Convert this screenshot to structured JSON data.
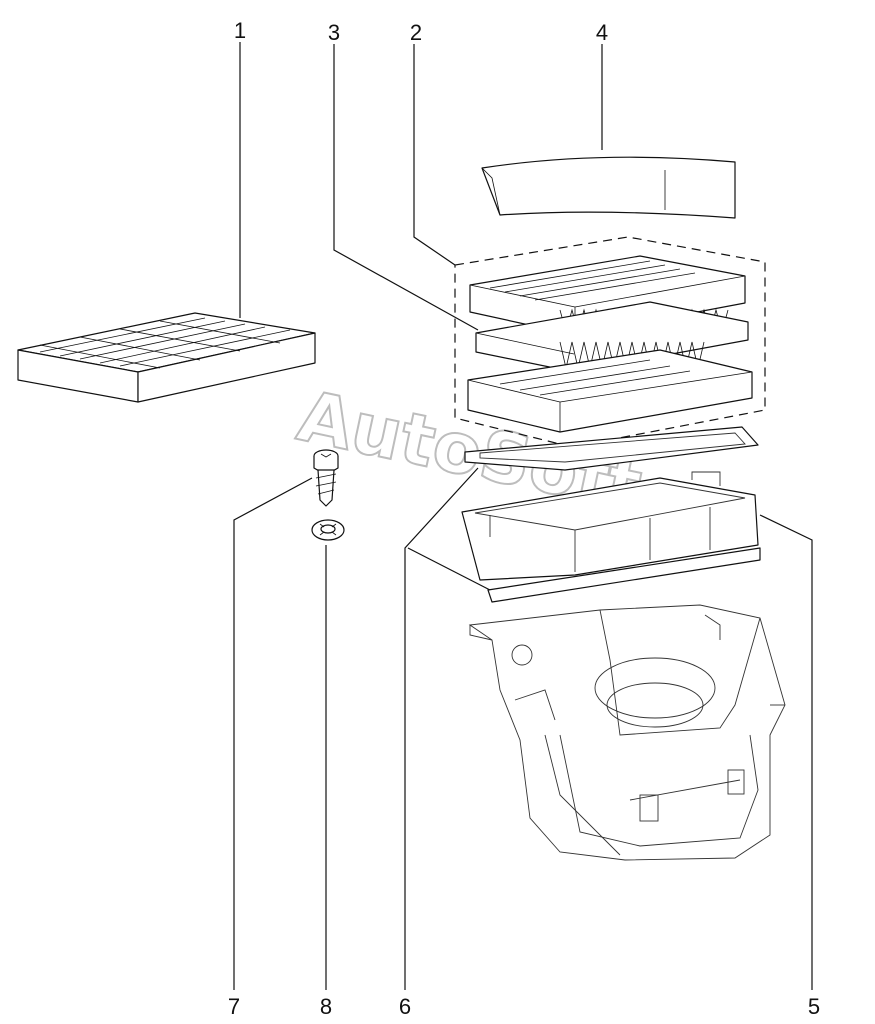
{
  "callouts": {
    "c1": "1",
    "c2": "2",
    "c3": "3",
    "c4": "4",
    "c5": "5",
    "c6": "6",
    "c7": "7",
    "c8": "8"
  },
  "watermark": "AutoSoft",
  "colors": {
    "line": "#111111",
    "background": "#ffffff",
    "watermark_outline": "#bdbdbd"
  }
}
